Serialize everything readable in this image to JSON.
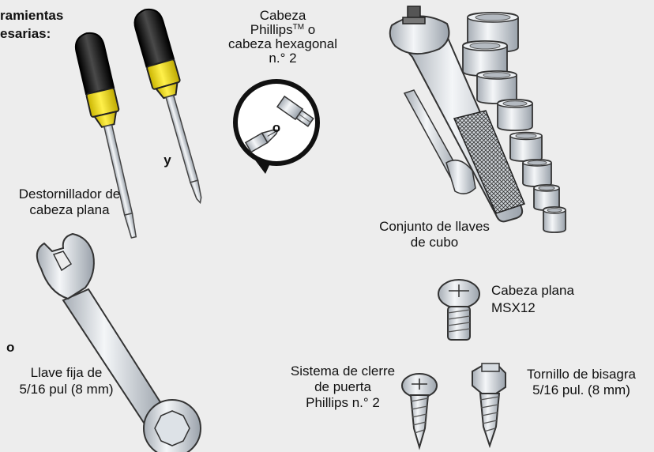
{
  "header": {
    "line1": "ramientas",
    "line2": "esarias:"
  },
  "screwdrivers": {
    "bit_label_line1": "Cabeza",
    "bit_label_line2": "Phillips",
    "bit_label_tm": "TM",
    "bit_label_line2_end": " o",
    "bit_label_line3": "cabeza hexagonal",
    "bit_label_line4": "n.° 2",
    "bit_or": "o",
    "conjunction": "y",
    "flat_label_line1": "Destornillador de",
    "flat_label_line2": "cabeza plana"
  },
  "socket_set": {
    "line1": "Conjunto de llaves",
    "line2": "de cubo"
  },
  "wrench": {
    "or": "o",
    "line1": "Llave fija de",
    "line2": "5/16 pul (8 mm)"
  },
  "flat_screw": {
    "line1": "Cabeza plana",
    "line2": "MSX12"
  },
  "door_latch_screw": {
    "line1": "Sistema de clerre",
    "line2": "de puerta",
    "line3": "Phillips n.° 2"
  },
  "hinge_screw": {
    "line1": "Tornillo de bisagra",
    "line2": "5/16 pul. (8 mm)"
  },
  "colors": {
    "handle": "#f5e100",
    "grip": "#1b1b1b",
    "metal": "#cdd3da",
    "metal_dark": "#8d959e",
    "outline": "#222222",
    "background": "#ededed"
  }
}
